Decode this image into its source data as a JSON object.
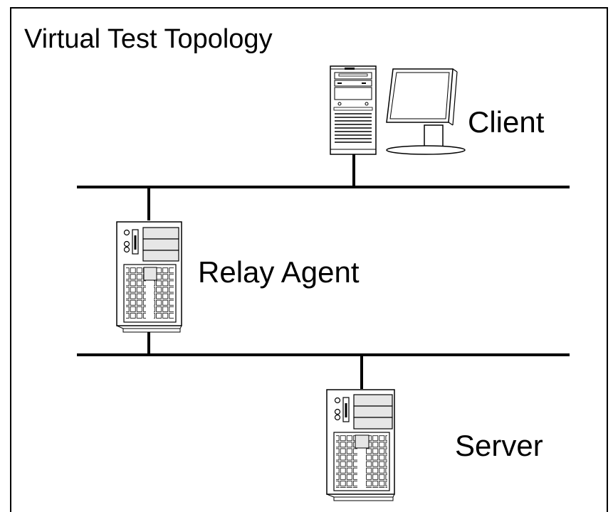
{
  "diagram": {
    "title": "Virtual Test Topology",
    "nodes": [
      {
        "id": "client",
        "label": "Client",
        "icon": "desktop-computer-icon"
      },
      {
        "id": "relay",
        "label": "Relay Agent",
        "icon": "server-tower-icon"
      },
      {
        "id": "server",
        "label": "Server",
        "icon": "server-tower-icon"
      }
    ],
    "networks": [
      {
        "id": "upper-network",
        "connects": [
          "client",
          "relay"
        ]
      },
      {
        "id": "lower-network",
        "connects": [
          "relay",
          "server"
        ]
      }
    ],
    "colors": {
      "stroke": "#000000",
      "fill": "#ffffff",
      "panel": "#e6e6e6"
    }
  }
}
